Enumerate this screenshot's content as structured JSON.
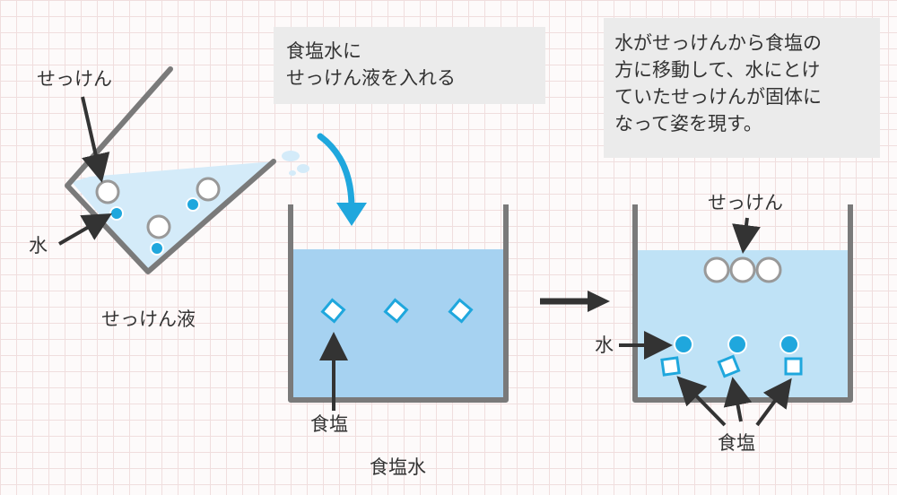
{
  "boxes": {
    "left": "食塩水に\nせっけん液を入れる",
    "right": "水がせっけんから食塩の\n方に移動して、水にとけ\nていたせっけんが固体に\nなって姿を現す。"
  },
  "labels": {
    "flask_soap": "せっけん",
    "flask_water": "水",
    "flask_caption": "せっけん液",
    "mid_salt": "食塩",
    "mid_caption": "食塩水",
    "right_soap": "せっけん",
    "right_water": "水",
    "right_salt": "食塩"
  },
  "colors": {
    "frame": "#7a7a7a",
    "water_light": "#d4ebf9",
    "water_mid": "#a6d2f1",
    "water_right": "#bfe2f6",
    "accent": "#1fa7dd",
    "arrow": "#333333"
  }
}
